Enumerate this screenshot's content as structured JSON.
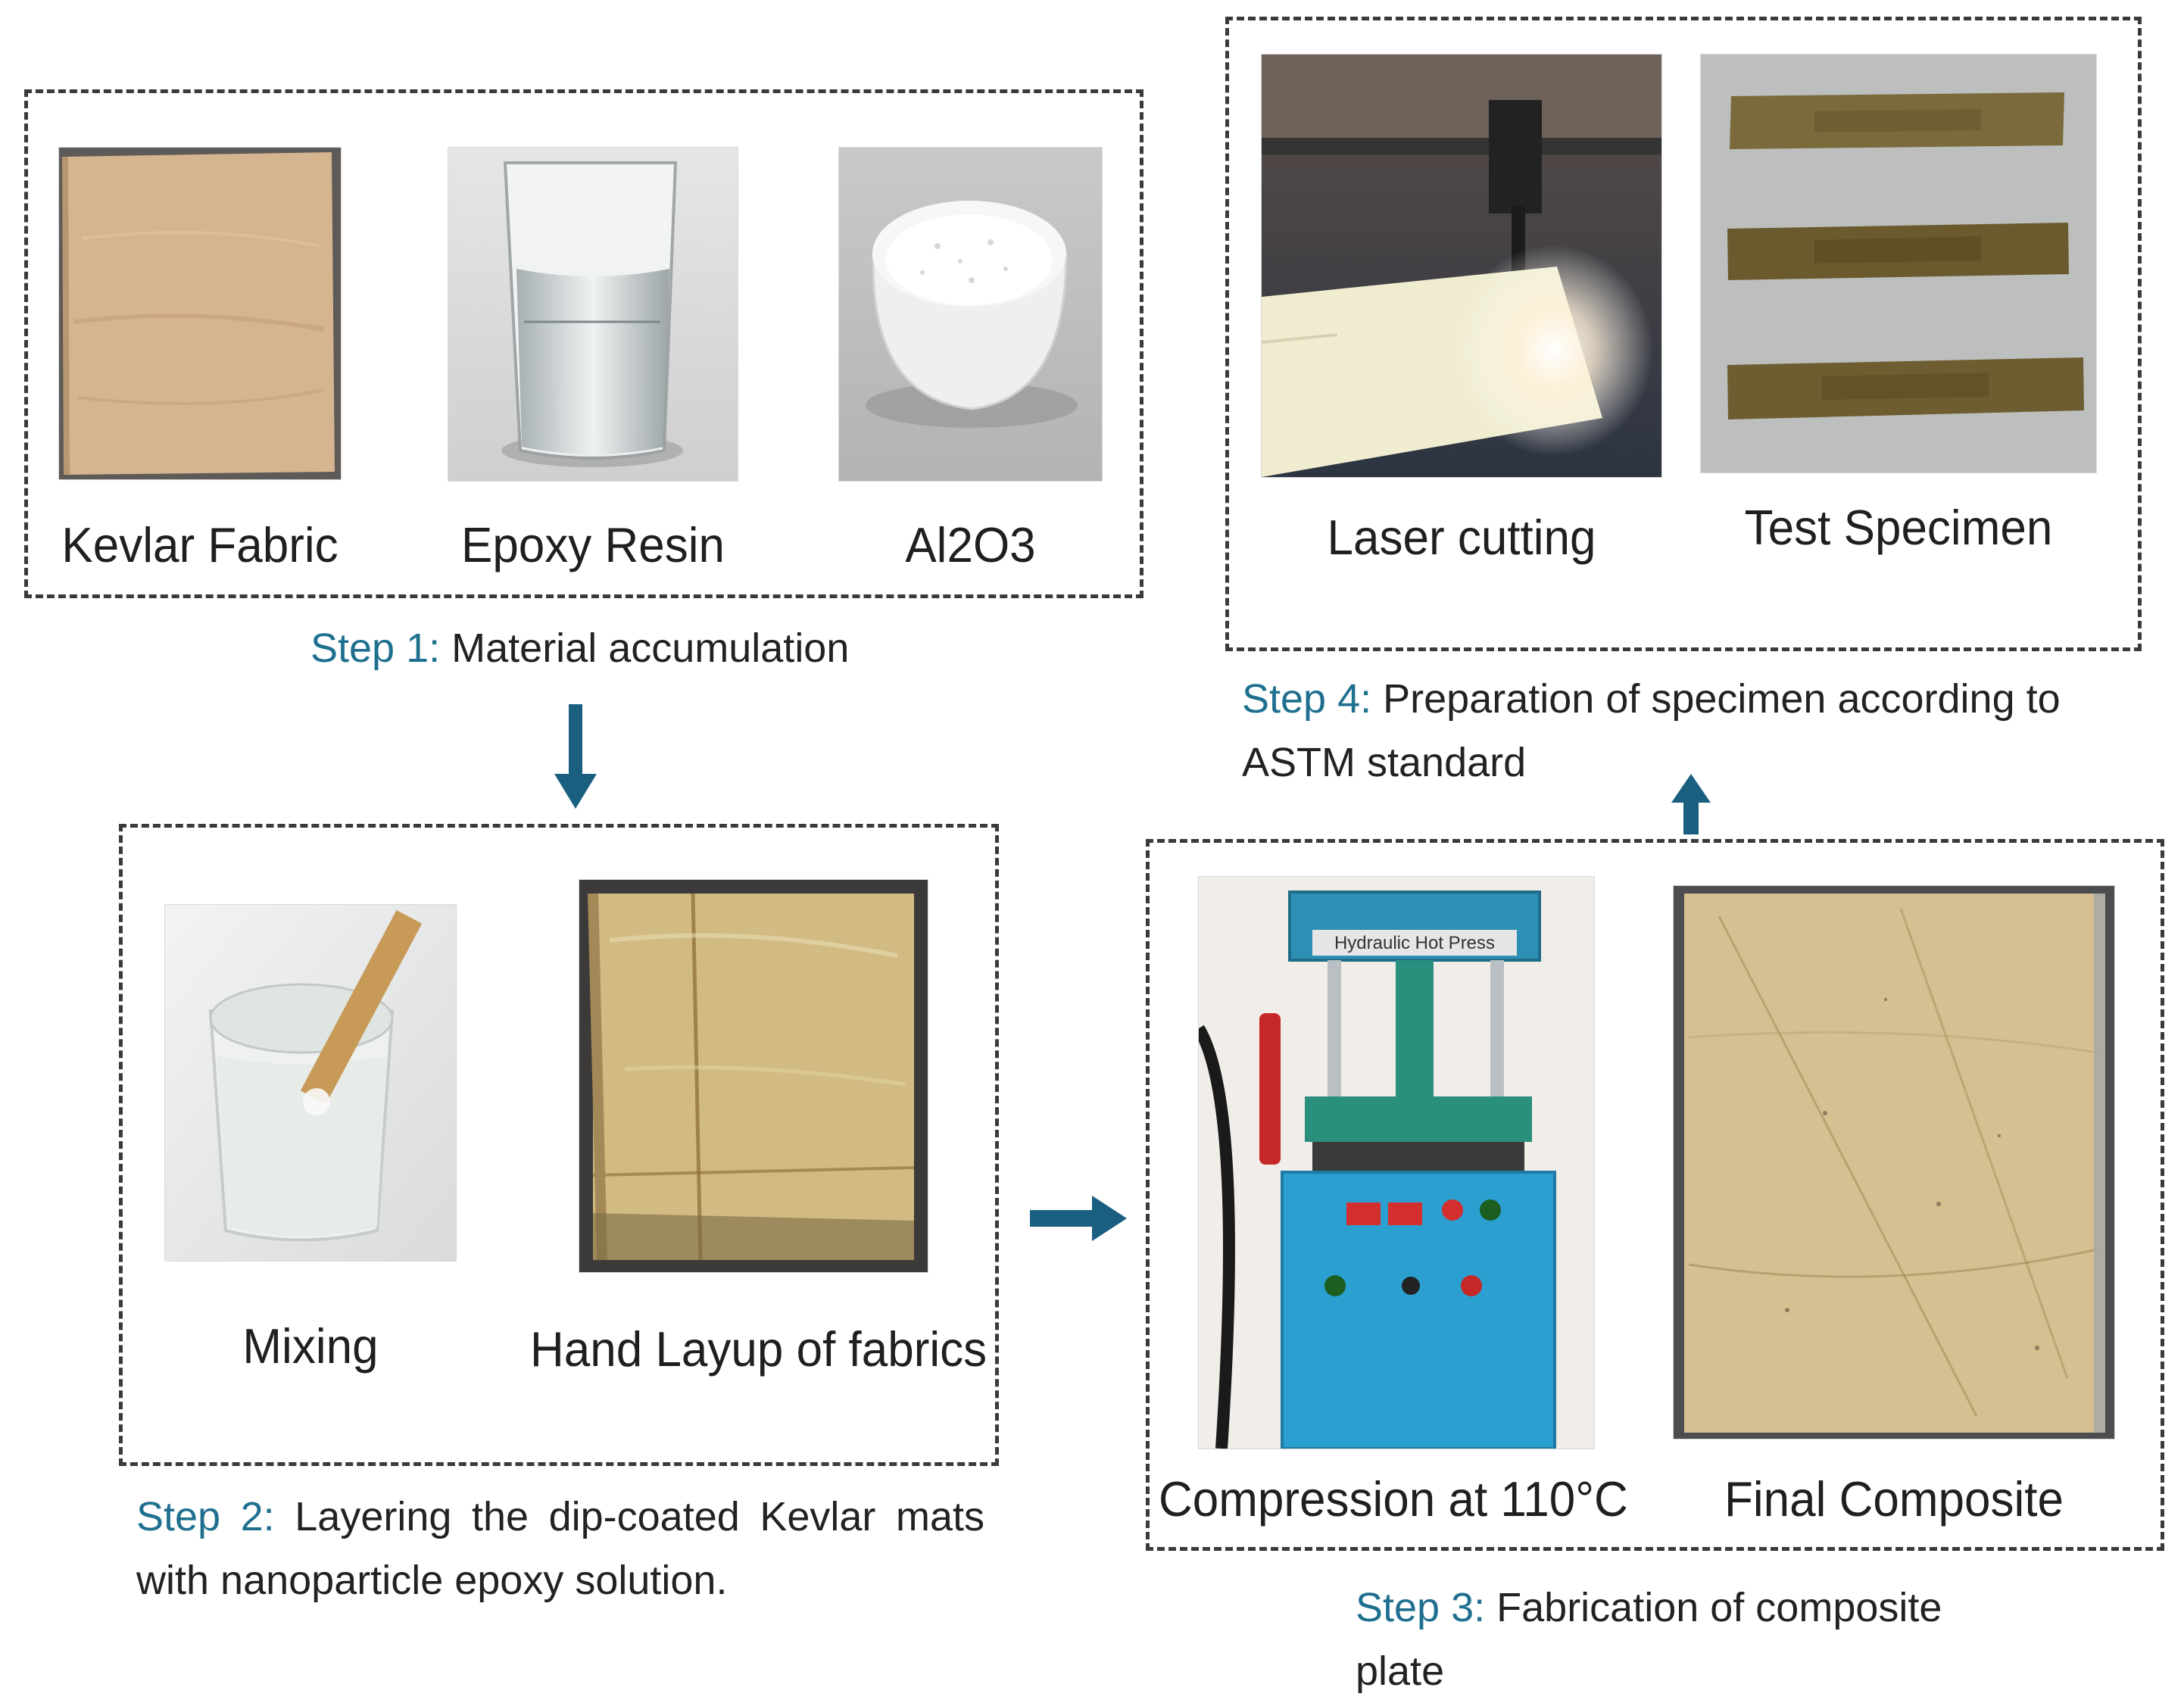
{
  "colors": {
    "step_accent": "#1f6f8f",
    "arrow": "#1b5f80",
    "dash": "#3a3a3a"
  },
  "step1": {
    "items": [
      {
        "label": "Kevlar Fabric",
        "icon": "kevlar-fabric-photo"
      },
      {
        "label": "Epoxy Resin",
        "icon": "epoxy-resin-beaker-photo"
      },
      {
        "label": "Al2O3",
        "icon": "alumina-powder-dish-photo"
      }
    ],
    "caption_step": "Step 1:",
    "caption_text": "Material accumulation"
  },
  "step2": {
    "items": [
      {
        "label": "Mixing",
        "icon": "mixing-cup-photo"
      },
      {
        "label": "Hand Layup of fabrics",
        "icon": "hand-layup-photo"
      }
    ],
    "caption_step": "Step 2:",
    "caption_text": "Layering the dip-coated Kevlar mats with nanoparticle epoxy solution."
  },
  "step3": {
    "items": [
      {
        "label": "Compression at 110°C",
        "icon": "hydraulic-press-photo",
        "press_sign": "Hydraulic Hot Press"
      },
      {
        "label": "Final Composite",
        "icon": "final-composite-photo"
      }
    ],
    "caption_step": "Step 3:",
    "caption_text": "Fabrication of composite plate"
  },
  "step4": {
    "items": [
      {
        "label": "Laser cutting",
        "icon": "laser-cutting-photo"
      },
      {
        "label": "Test Specimen",
        "icon": "test-specimen-photo"
      }
    ],
    "caption_step": "Step 4:",
    "caption_text": "Preparation of specimen according to ASTM standard"
  }
}
